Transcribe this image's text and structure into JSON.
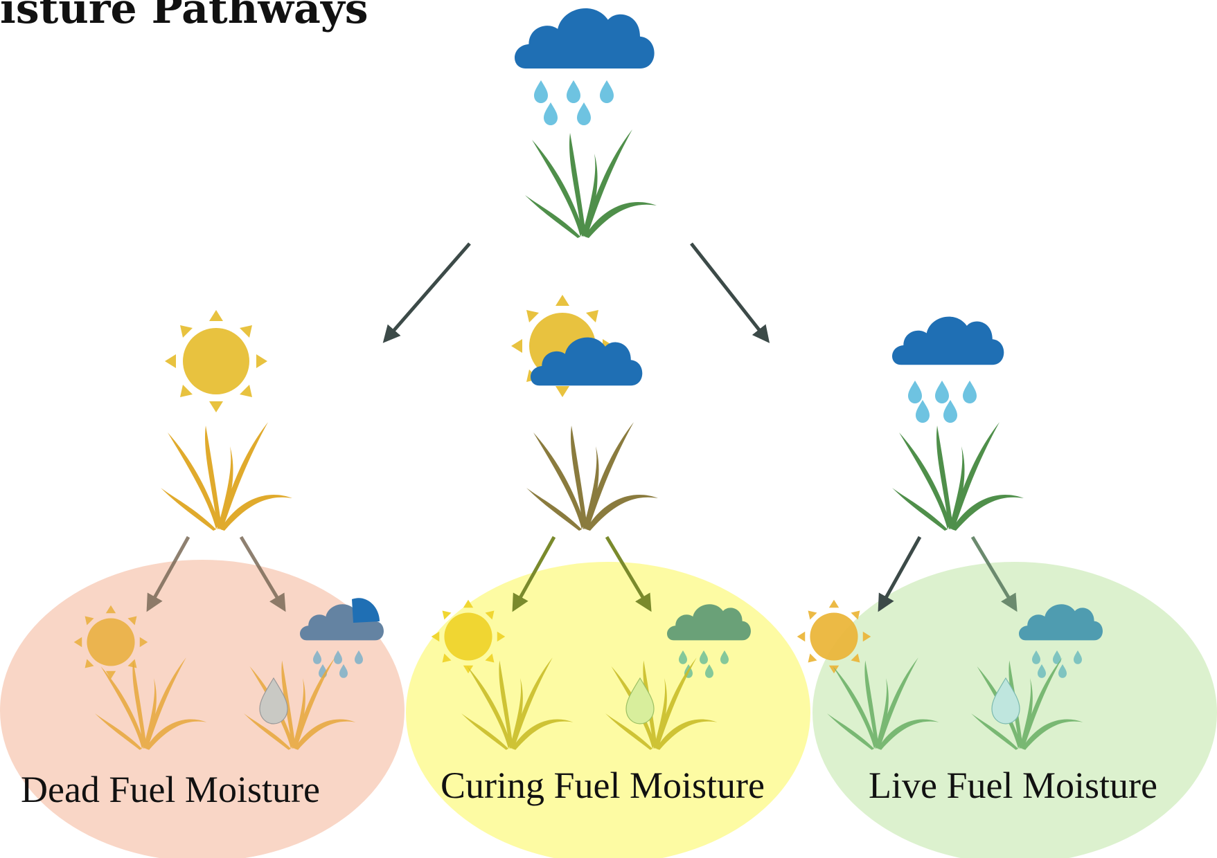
{
  "title": "oisture Pathways",
  "regions": [
    {
      "id": "dead",
      "label": "Dead Fuel Moisture",
      "fill": "#f9d6c6"
    },
    {
      "id": "curing",
      "label": "Curing Fuel Moisture",
      "fill": "#fdfb9e"
    },
    {
      "id": "live",
      "label": "Live Fuel Moisture",
      "fill": "#d8efc9"
    }
  ],
  "colors": {
    "cloud_blue": "#1f6fb4",
    "rain_drop": "#6ec3e1",
    "sun_yellow": "#e8c23f",
    "grass_green": "#4f8f4a",
    "grass_dead": "#e0aa2c",
    "grass_curing": "#8a7b3e",
    "arrow_dark": "#3c4a48"
  },
  "icons": [
    "rain-cloud-icon",
    "sun-icon",
    "partly-cloudy-icon",
    "grass-icon",
    "water-drop-icon"
  ]
}
